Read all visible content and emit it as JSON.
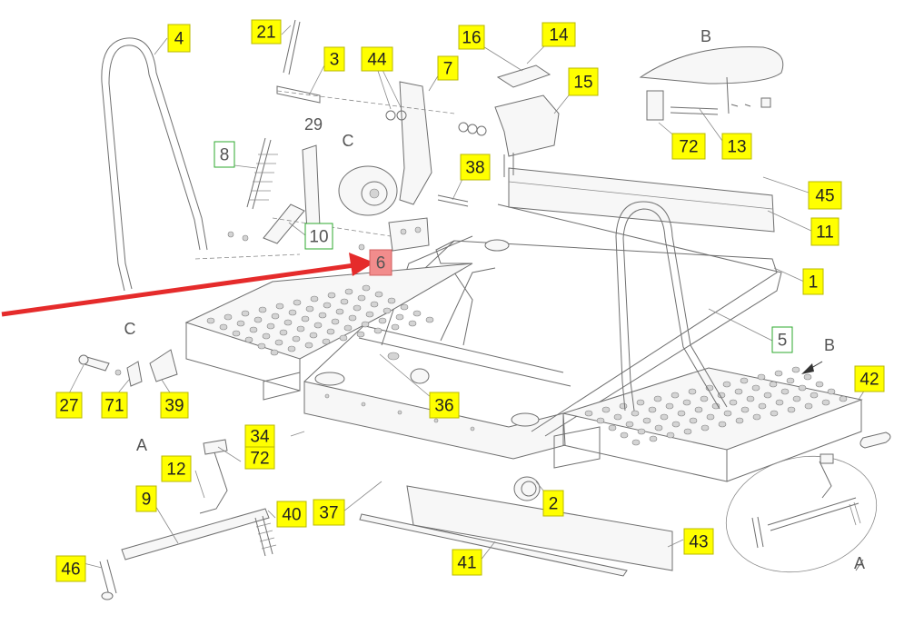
{
  "diagram": {
    "highlight_color": "#ffff00",
    "outline_green": "#2eaa2e",
    "arrow_color": "#e52b2b",
    "selected_part_color": "#f28c8c",
    "callouts": [
      {
        "label": "4",
        "style": "yellow"
      },
      {
        "label": "21",
        "style": "yellow"
      },
      {
        "label": "3",
        "style": "yellow"
      },
      {
        "label": "44",
        "style": "yellow"
      },
      {
        "label": "7",
        "style": "yellow"
      },
      {
        "label": "16",
        "style": "yellow"
      },
      {
        "label": "14",
        "style": "yellow"
      },
      {
        "label": "15",
        "style": "yellow"
      },
      {
        "label": "72",
        "style": "yellow"
      },
      {
        "label": "13",
        "style": "yellow"
      },
      {
        "label": "45",
        "style": "yellow"
      },
      {
        "label": "11",
        "style": "yellow"
      },
      {
        "label": "1",
        "style": "yellow"
      },
      {
        "label": "8",
        "style": "green"
      },
      {
        "label": "10",
        "style": "green"
      },
      {
        "label": "38",
        "style": "yellow"
      },
      {
        "label": "6",
        "style": "selected"
      },
      {
        "label": "5",
        "style": "green"
      },
      {
        "label": "27",
        "style": "yellow"
      },
      {
        "label": "71",
        "style": "yellow"
      },
      {
        "label": "39",
        "style": "yellow"
      },
      {
        "label": "36",
        "style": "yellow"
      },
      {
        "label": "34",
        "style": "yellow"
      },
      {
        "label": "72",
        "style": "yellow"
      },
      {
        "label": "12",
        "style": "yellow"
      },
      {
        "label": "9",
        "style": "yellow"
      },
      {
        "label": "40",
        "style": "yellow"
      },
      {
        "label": "37",
        "style": "yellow"
      },
      {
        "label": "2",
        "style": "yellow"
      },
      {
        "label": "42",
        "style": "yellow"
      },
      {
        "label": "43",
        "style": "yellow"
      },
      {
        "label": "41",
        "style": "yellow"
      },
      {
        "label": "46",
        "style": "yellow"
      }
    ],
    "view_letters": [
      "B",
      "C",
      "C",
      "B",
      "A",
      "A",
      "29"
    ]
  }
}
